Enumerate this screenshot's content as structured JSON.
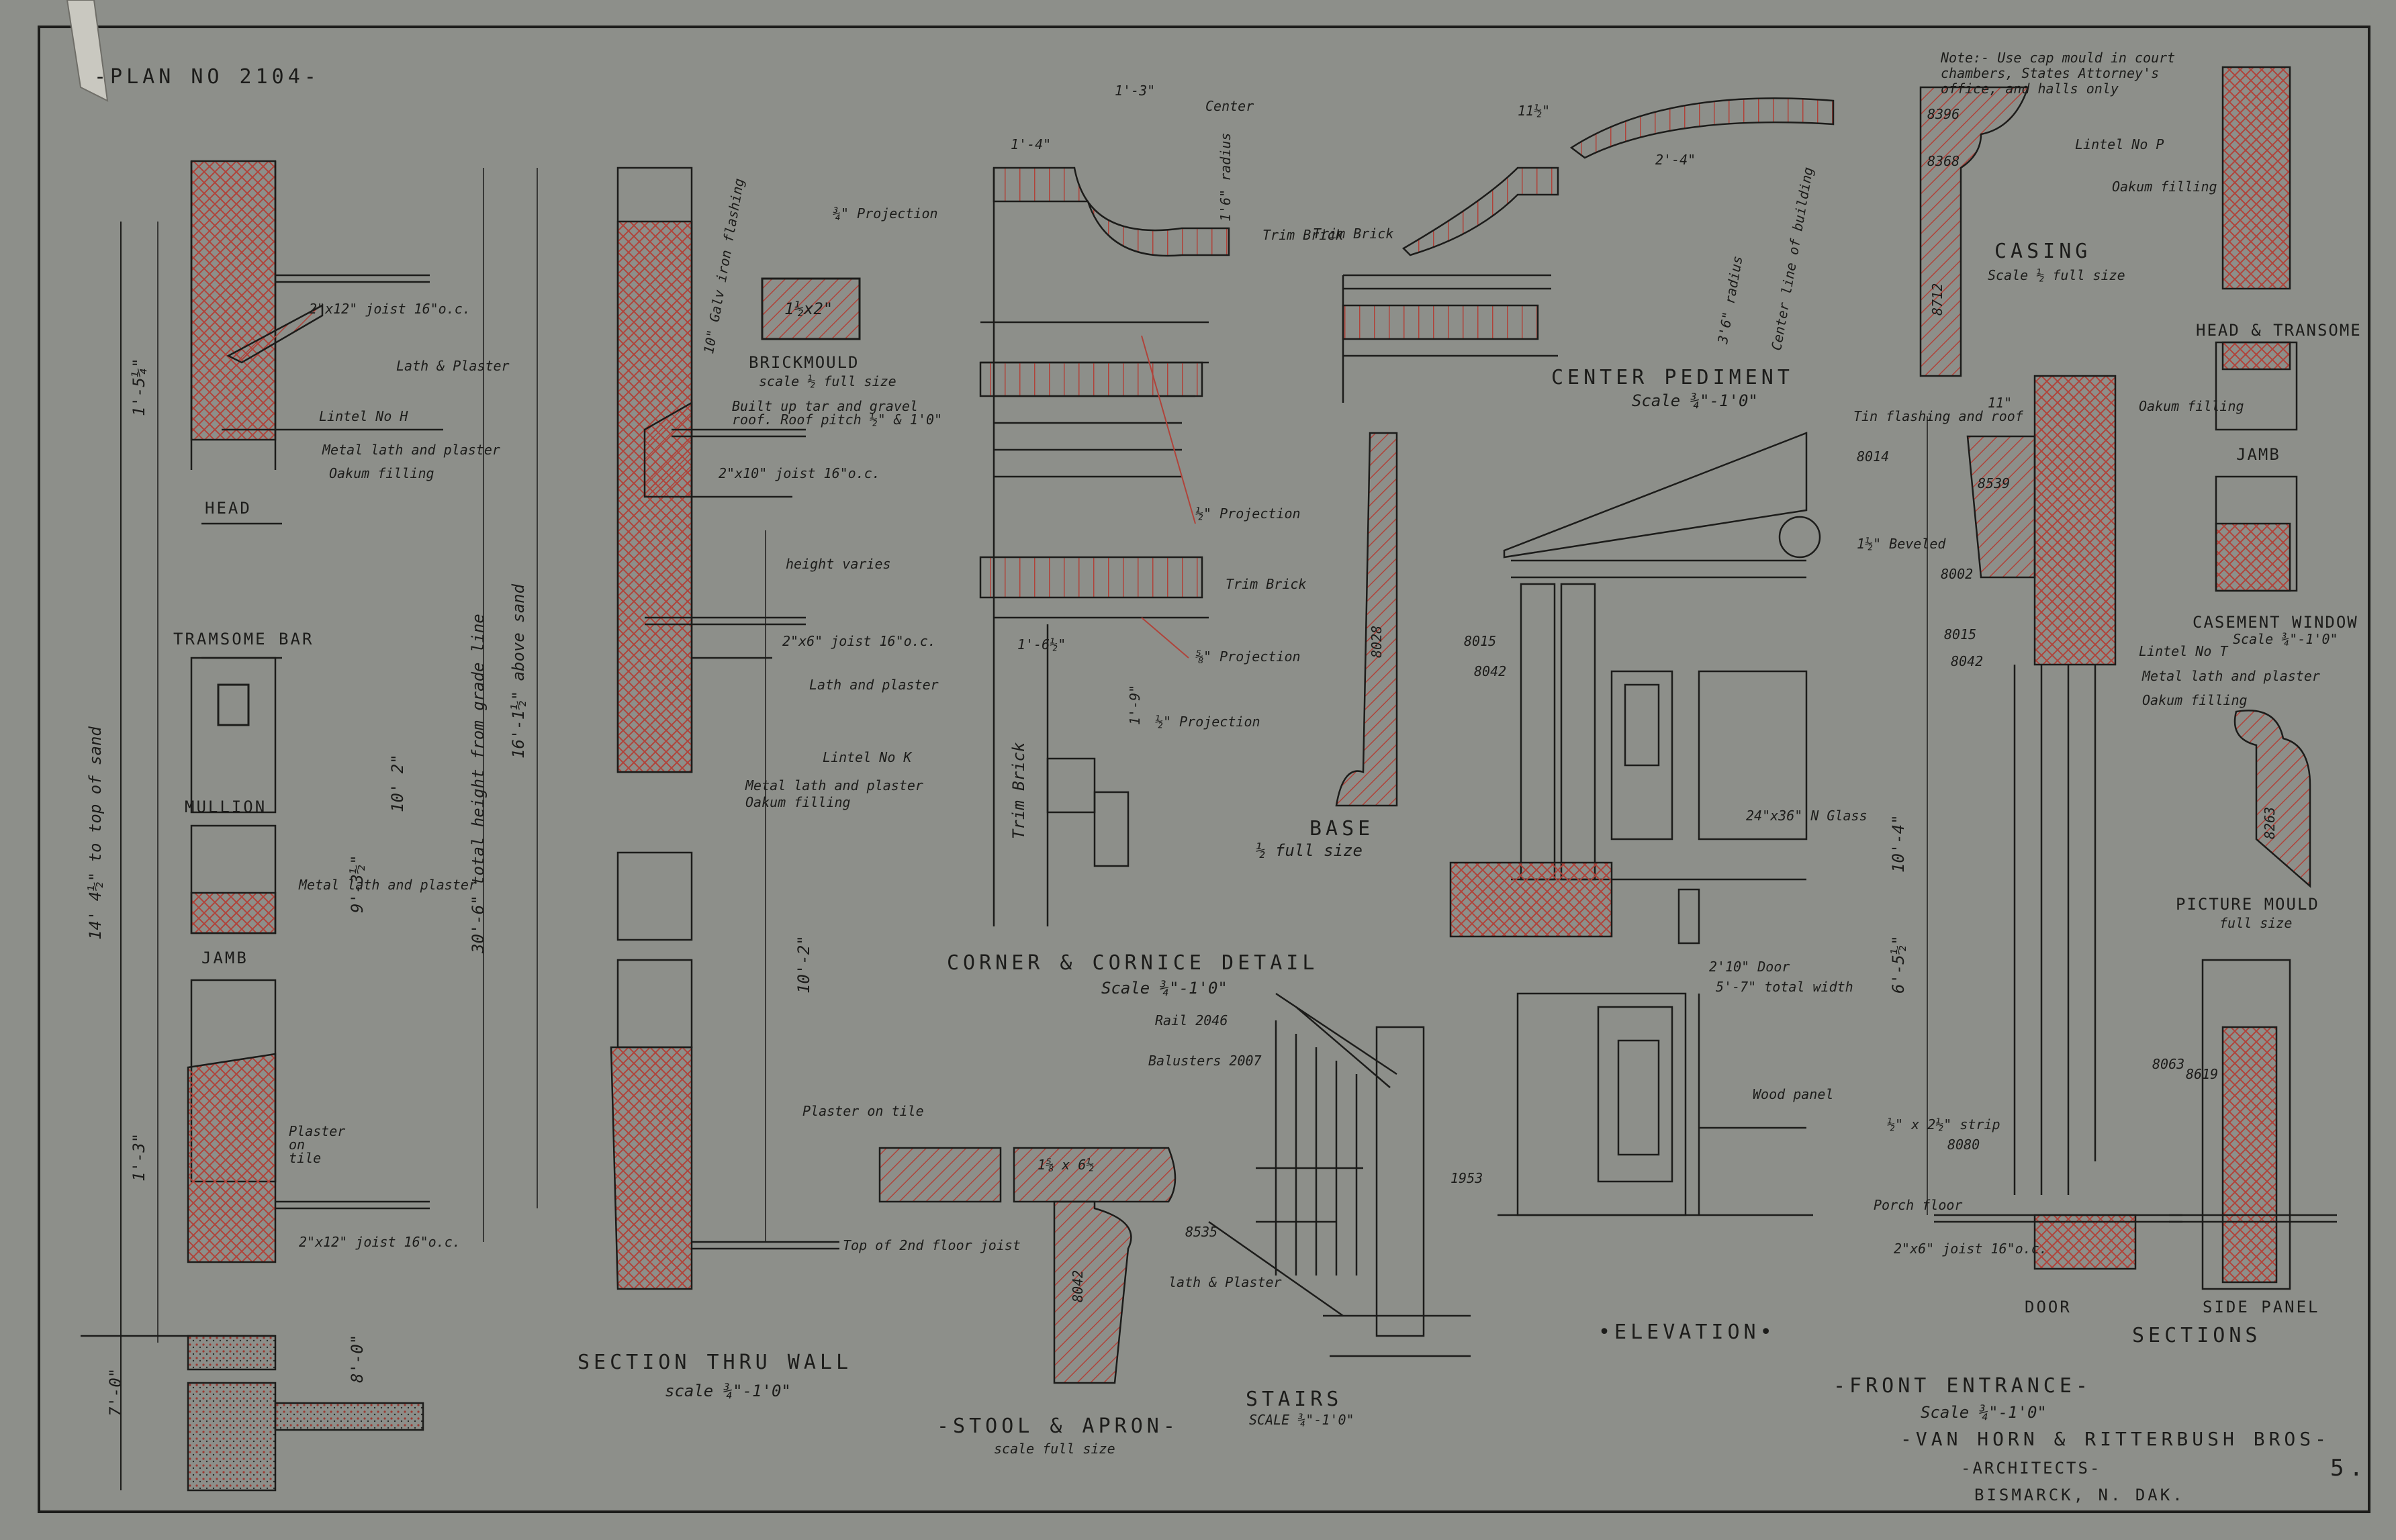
{
  "sheet": {
    "plan_no": "-PLAN NO 2104-",
    "sheet_number": "5.",
    "colors": {
      "paper": "#8d8f8a",
      "ink": "#1c1c1a",
      "red": "#b0433a"
    }
  },
  "wall_section": {
    "head": "HEAD",
    "transome_bar": "TRAMSOME BAR",
    "mullion": "MULLION",
    "jamb": "JAMB",
    "notes": {
      "joist_top": "2\"x12\" joist 16\"o.c.",
      "lath_plaster": "Lath & Plaster",
      "lintel_h": "Lintel No H",
      "metal_lath_plaster": "Metal lath and plaster",
      "oakum": "Oakum filling",
      "metal_lath_short": "Metal lath and plaster",
      "plaster_on_tile": "Plaster on tile",
      "joist_bottom": "2\"x12\" joist 16\"o.c."
    },
    "dims": {
      "to_top_of_sand": "14' 4½\" to top of sand",
      "total_height": "30'-6\" total height from grade line",
      "above_sand": "16'-1½\" above sand",
      "d_10_2": "10' 2\"",
      "d_9_3": "9'-3½\"",
      "d_8_0": "8'-0\"",
      "d_7_0": "7'-0\"",
      "d_1_5": "1'-5¼\"",
      "d_1_3": "1'-3\""
    },
    "title": "SECTION THRU WALL",
    "scale": "scale ¾\"-1'0\""
  },
  "section_notes": {
    "flashing": "10\" Galv iron flashing",
    "brickmould": "BRICKMOULD",
    "brickmould_scale": "scale ½ full size",
    "brickmould_size": "1½x2\"",
    "roof": "Built up tar and gravel roof. Roof pitch ½\" & 1'0\"",
    "joist_2x10": "2\"x10\" joist 16\"o.c.",
    "height_varies": "height varies",
    "joist_2x6": "2\"x6\" joist 16\"o.c.",
    "lath_plaster": "Lath and plaster",
    "lintel_k": "Lintel No K",
    "metal_lath_plaster": "Metal lath and plaster",
    "oakum": "Oakum filling",
    "plaster_on_tile": "Plaster on tile",
    "top_floor_joist": "Top of 2nd floor joist",
    "d_10_2": "10'-2\""
  },
  "corner_cornice": {
    "center": "Center",
    "d_1_3": "1'-3\"",
    "d_1_4": "1'-4\"",
    "radius": "1'6\" radius",
    "proj_34": "¾\" Projection",
    "trim_brick": "Trim Brick",
    "proj_12a": "½\" Projection",
    "trim_brick_2": "Trim Brick",
    "proj_58": "⅝\" Projection",
    "proj_12b": "½\" Projection",
    "d_1_6": "1'-6½\"",
    "d_1_9": "1'-9\"",
    "trim_brick_v": "Trim Brick",
    "title": "CORNER & CORNICE DETAIL",
    "scale": "Scale ¾\"-1'0\""
  },
  "pediment": {
    "d_11": "11½\"",
    "d_2_4": "2'-4\"",
    "radius": "3'6\" radius",
    "center_line": "Center line of building",
    "trim_brick": "Trim Brick",
    "title": "CENTER PEDIMENT",
    "scale": "Scale ¾\"-1'0\""
  },
  "base": {
    "code": "8028",
    "title": "BASE",
    "scale": "½ full size"
  },
  "elevation": {
    "code_8015": "8015",
    "code_8042": "8042",
    "glass": "24\"x36\" N Glass",
    "door": "2'10\" Door",
    "total_width": "5'-7\" total width",
    "wood_panel": "Wood panel",
    "title": "•ELEVATION•"
  },
  "stairs": {
    "rail": "Rail 2046",
    "balusters": "Balusters 2007",
    "code_1953": "1953",
    "code_8535": "8535",
    "lath_plaster": "lath & Plaster",
    "title": "STAIRS",
    "scale": "SCALE ¾\"-1'0\""
  },
  "stool_apron": {
    "size": "1⅝ x 6½",
    "code_8042": "8042",
    "title": "-STOOL & APRON-",
    "scale": "scale full size"
  },
  "casing": {
    "note": "Note:- Use cap mould in court chambers, States Attorney's office, and halls only",
    "code_8396": "8396",
    "code_8368": "8368",
    "code_8712": "8712",
    "title": "CASING",
    "scale": "Scale ½ full size"
  },
  "door_section": {
    "flashing_roof": "Tin flashing and roof",
    "code_8014": "8014",
    "code_8539": "8539",
    "code_8002": "8002",
    "code_8015": "8015",
    "code_8042": "8042",
    "code_8080": "8080",
    "d_11": "11\"",
    "beveled": "1½\" Beveled",
    "strip": "½\" x 2½\" strip",
    "porch_floor": "Porch floor",
    "joist": "2\"x6\" joist 16\"o.c.",
    "d_10_4": "10'-4\"",
    "d_6_5": "6'-5½\"",
    "door_label": "DOOR"
  },
  "side_sections": {
    "lintel_p": "Lintel No P",
    "oakum": "Oakum filling",
    "head_transome": "HEAD & TRANSOME",
    "oakum_2": "Oakum filling",
    "jamb": "JAMB",
    "casement": "CASEMENT WINDOW",
    "casement_scale": "Scale ¾\"-1'0\"",
    "lintel_t": "Lintel No T",
    "metal_lath": "Metal lath and plaster",
    "oakum_3": "Oakum filling",
    "picture_mould": "PICTURE MOULD",
    "picture_scale": "full size",
    "code_8263": "8263",
    "code_8063": "8063",
    "code_8619": "8619",
    "side_panel": "SIDE PANEL",
    "sections_title": "SECTIONS"
  },
  "title_block": {
    "title": "-FRONT ENTRANCE-",
    "scale": "Scale ¾\"-1'0\"",
    "architects": "-VAN HORN & RITTERBUSH BROS-",
    "sub": "-ARCHITECTS-",
    "location": "BISMARCK, N. DAK."
  }
}
